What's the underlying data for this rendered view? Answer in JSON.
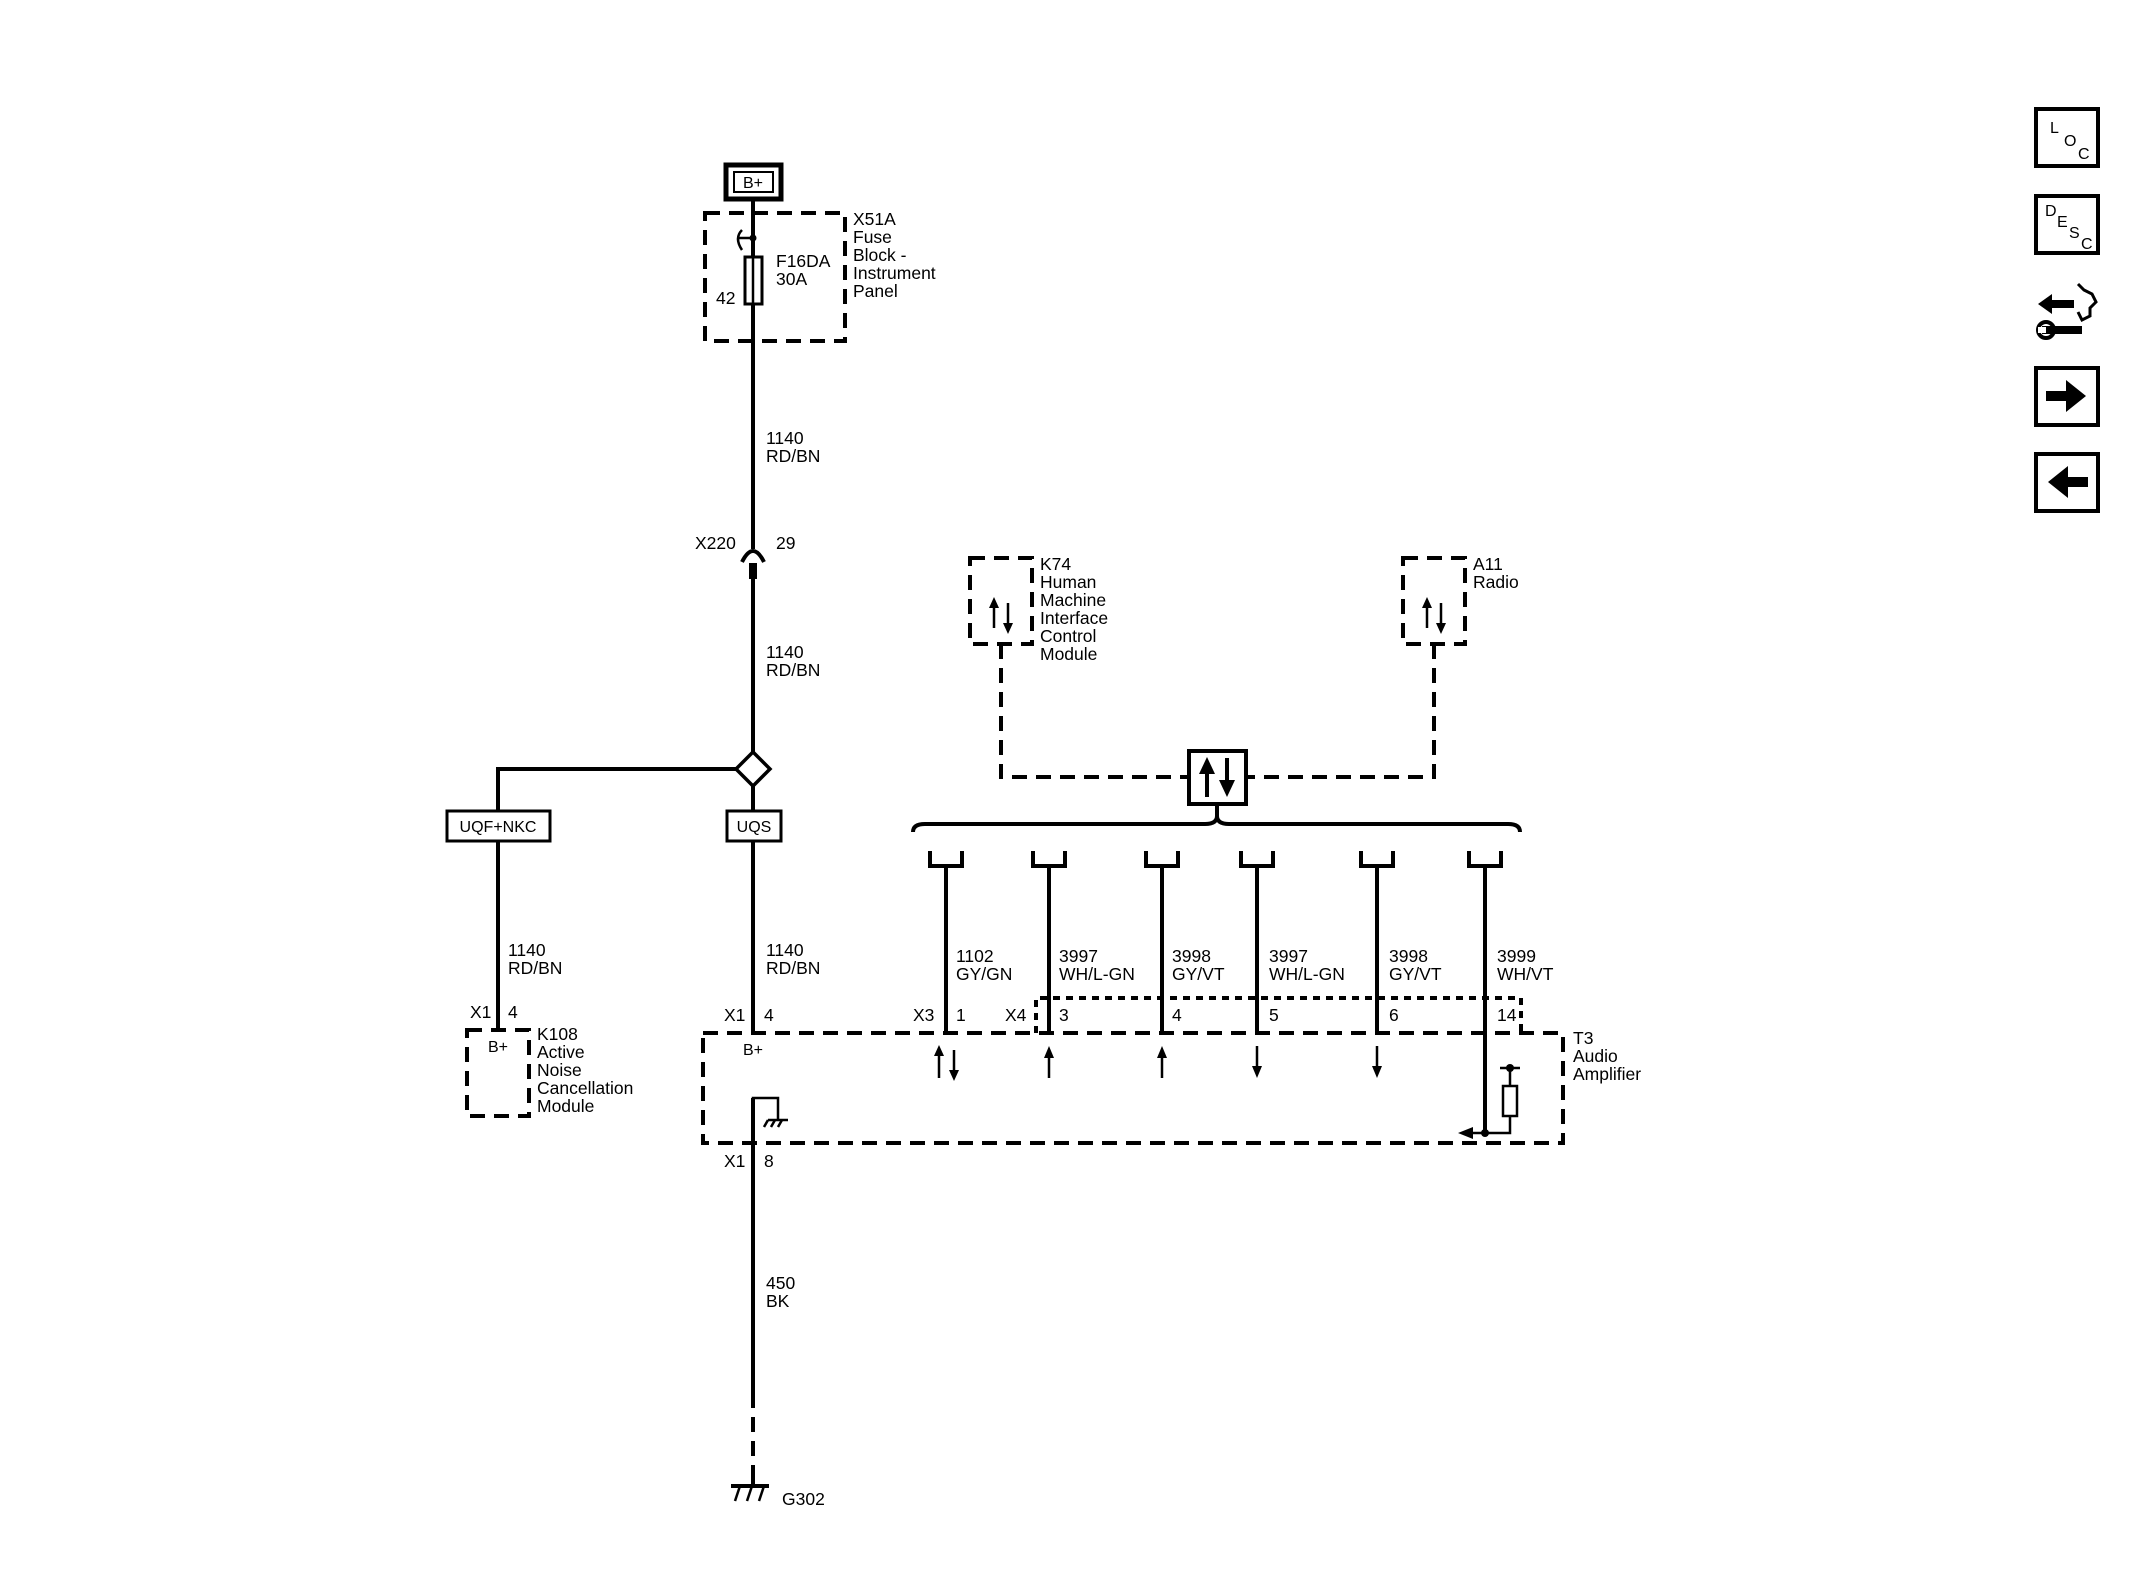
{
  "power": {
    "label": "B+"
  },
  "fuse_block": {
    "name": "X51A",
    "desc": [
      "Fuse",
      "Block -",
      "Instrument",
      "Panel"
    ],
    "fuse": "F16DA",
    "rating": "30A",
    "pin": "42"
  },
  "wire_1140": {
    "circuit": "1140",
    "color": "RD/BN"
  },
  "connector_x220": {
    "name": "X220",
    "pin": "29"
  },
  "options": {
    "left": "UQF+NKC",
    "right": "UQS"
  },
  "k108": {
    "conn": "X1",
    "pin": "4",
    "supply": "B+",
    "name": "K108",
    "desc": [
      "Active",
      "Noise",
      "Cancellation",
      "Module"
    ]
  },
  "k74": {
    "name": "K74",
    "desc": [
      "Human",
      "Machine",
      "Interface",
      "Control",
      "Module"
    ]
  },
  "a11": {
    "name": "A11",
    "desc": [
      "Radio"
    ]
  },
  "t3": {
    "name": "T3",
    "desc": [
      "Audio",
      "Amplifier"
    ],
    "supply": "B+",
    "x1_label": "X1",
    "x1_pin_power": "4",
    "x1_pin_ground": "8",
    "x3_label": "X3",
    "x4_label": "X4"
  },
  "audio_wires": [
    {
      "circuit": "1102",
      "color": "GY/GN",
      "pin": "1"
    },
    {
      "circuit": "3997",
      "color": "WH/L-GN",
      "pin": "3"
    },
    {
      "circuit": "3998",
      "color": "GY/VT",
      "pin": "4"
    },
    {
      "circuit": "3997",
      "color": "WH/L-GN",
      "pin": "5"
    },
    {
      "circuit": "3998",
      "color": "GY/VT",
      "pin": "6"
    },
    {
      "circuit": "3999",
      "color": "WH/VT",
      "pin": "14"
    }
  ],
  "ground_wire": {
    "circuit": "450",
    "color": "BK"
  },
  "ground": {
    "name": "G302"
  },
  "nav": {
    "loc": [
      "L",
      "O",
      "C"
    ],
    "desc": [
      "D",
      "E",
      "S",
      "C"
    ],
    "icons": [
      "connector-repair-icon",
      "arrow-right-icon",
      "arrow-left-icon"
    ]
  }
}
